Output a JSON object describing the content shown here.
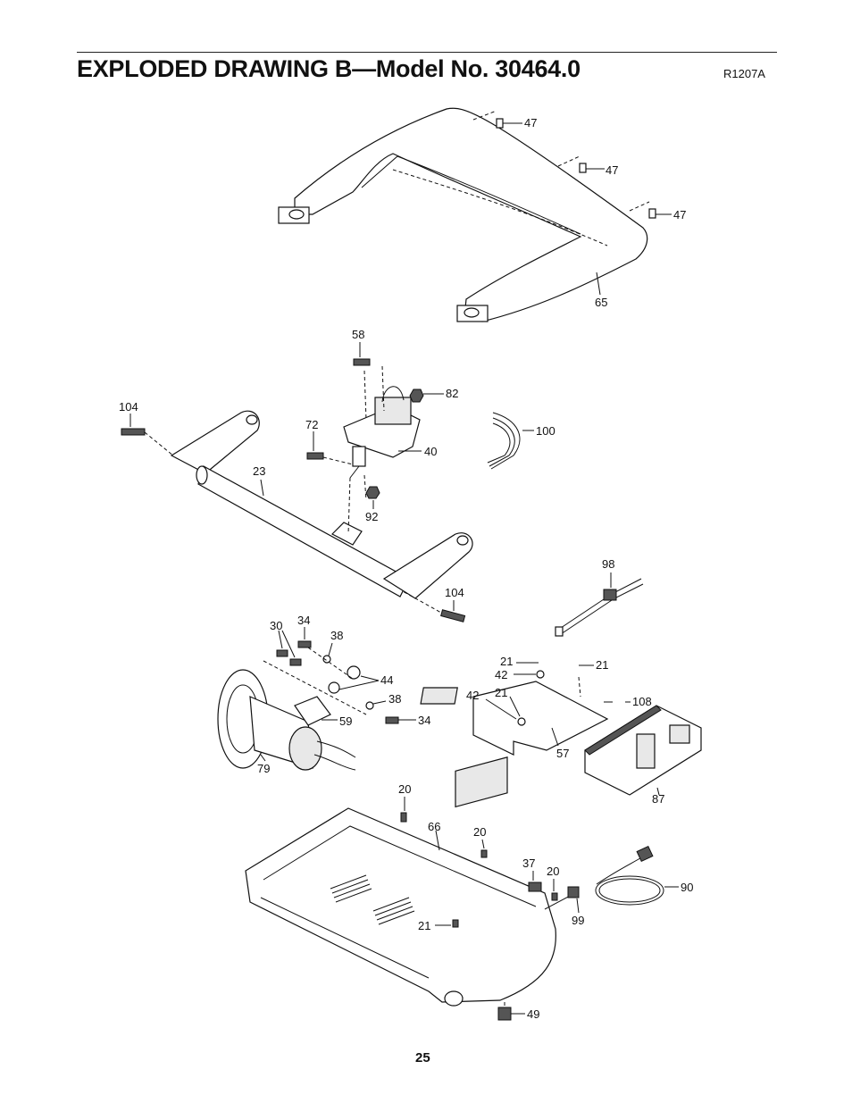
{
  "header": {
    "title": "EXPLODED DRAWING B—Model No. 30464.0",
    "code": "R1207A"
  },
  "footer": {
    "page_number": "25"
  },
  "callouts": [
    {
      "id": "c47a",
      "text": "47"
    },
    {
      "id": "c47b",
      "text": "47"
    },
    {
      "id": "c47c",
      "text": "47"
    },
    {
      "id": "c65",
      "text": "65"
    },
    {
      "id": "c58",
      "text": "58"
    },
    {
      "id": "c82",
      "text": "82"
    },
    {
      "id": "c104a",
      "text": "104"
    },
    {
      "id": "c72",
      "text": "72"
    },
    {
      "id": "c40",
      "text": "40"
    },
    {
      "id": "c100",
      "text": "100"
    },
    {
      "id": "c23",
      "text": "23"
    },
    {
      "id": "c92",
      "text": "92"
    },
    {
      "id": "c98",
      "text": "98"
    },
    {
      "id": "c104b",
      "text": "104"
    },
    {
      "id": "c30",
      "text": "30"
    },
    {
      "id": "c34a",
      "text": "34"
    },
    {
      "id": "c38a",
      "text": "38"
    },
    {
      "id": "c44",
      "text": "44"
    },
    {
      "id": "c38b",
      "text": "38"
    },
    {
      "id": "c34b",
      "text": "34"
    },
    {
      "id": "c59",
      "text": "59"
    },
    {
      "id": "c79",
      "text": "79"
    },
    {
      "id": "c21a",
      "text": "21"
    },
    {
      "id": "c42a",
      "text": "42"
    },
    {
      "id": "c21b",
      "text": "21"
    },
    {
      "id": "c42b",
      "text": "42"
    },
    {
      "id": "c21c",
      "text": "21"
    },
    {
      "id": "c108",
      "text": "108"
    },
    {
      "id": "c57",
      "text": "57"
    },
    {
      "id": "c87",
      "text": "87"
    },
    {
      "id": "c20a",
      "text": "20"
    },
    {
      "id": "c66",
      "text": "66"
    },
    {
      "id": "c20b",
      "text": "20"
    },
    {
      "id": "c37",
      "text": "37"
    },
    {
      "id": "c20c",
      "text": "20"
    },
    {
      "id": "c90",
      "text": "90"
    },
    {
      "id": "c99",
      "text": "99"
    },
    {
      "id": "c21d",
      "text": "21"
    },
    {
      "id": "c49",
      "text": "49"
    }
  ]
}
